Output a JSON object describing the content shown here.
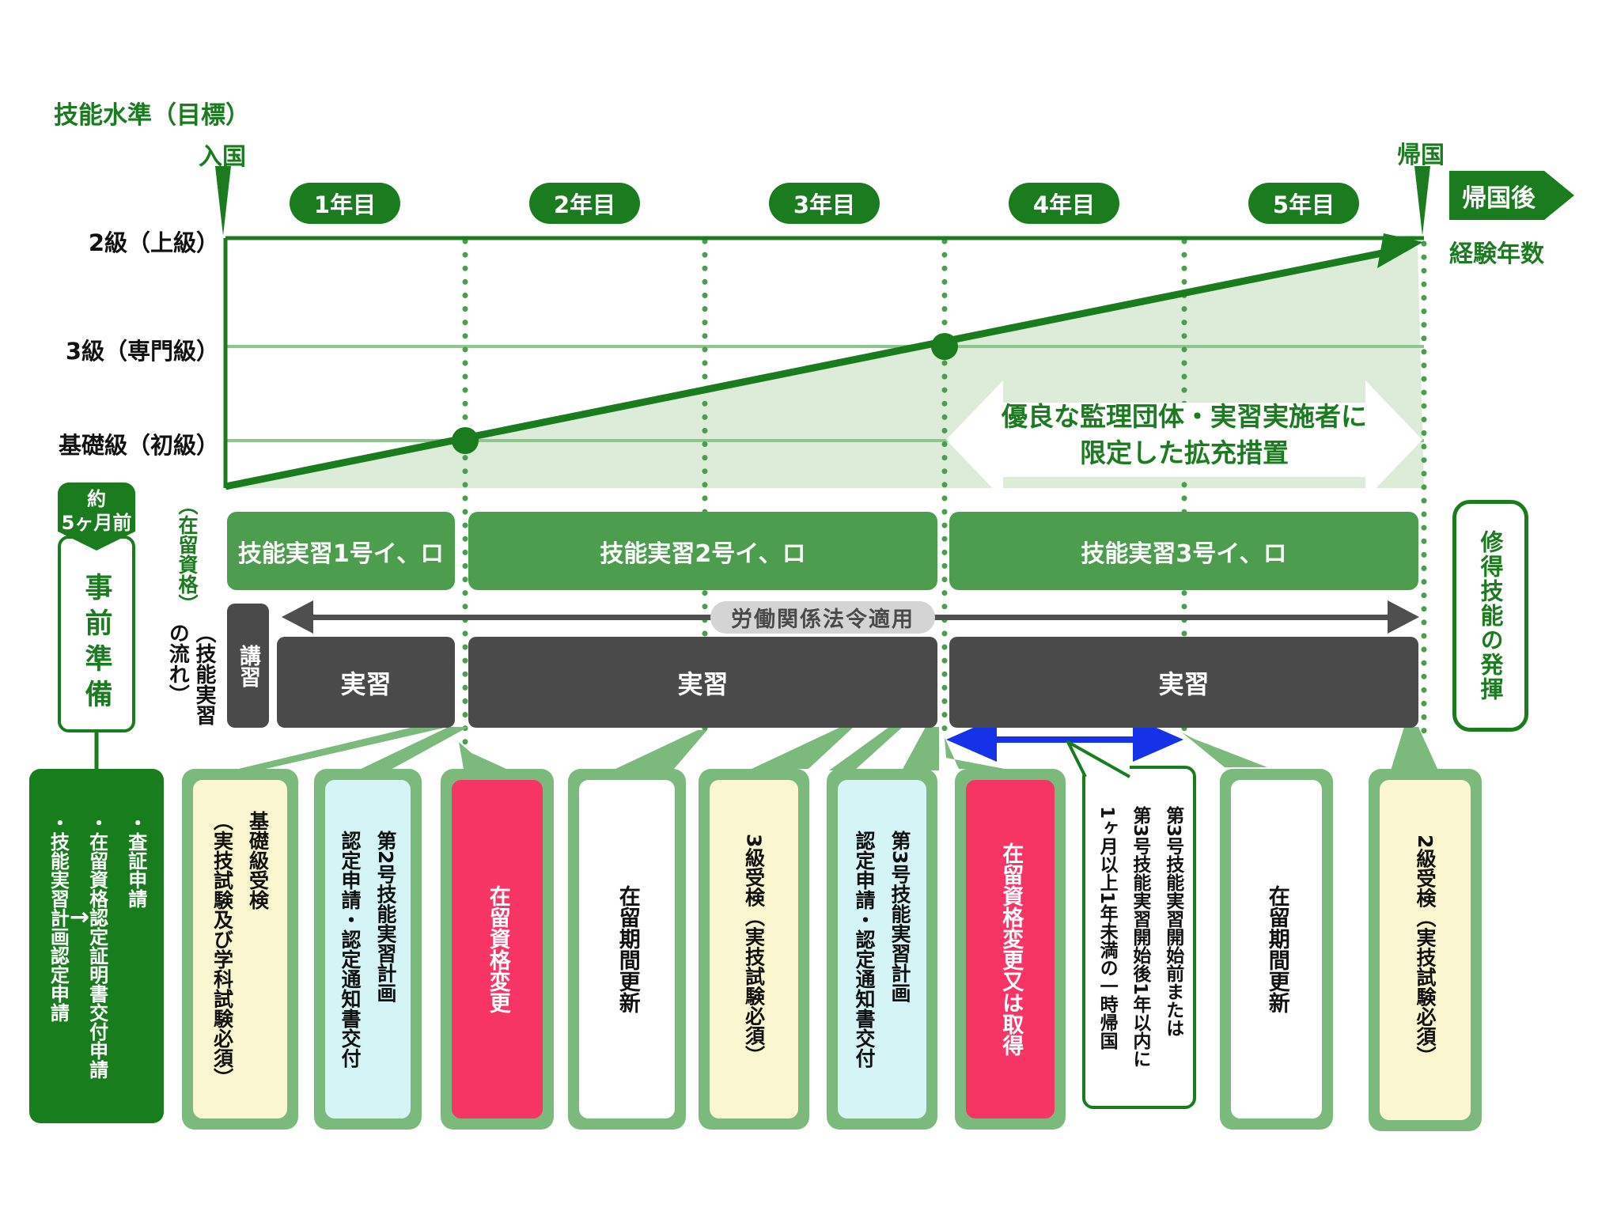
{
  "colors": {
    "deep_green": "#1a7b1f",
    "mid_green": "#4d9d4f",
    "light_green_connector": "#7cb97d",
    "shade_green": "#dcecd8",
    "pale_yellow": "#faf6d0",
    "pale_cyan": "#d4f4f6",
    "pink": "#f73564",
    "dark_gray": "#4a4a4a",
    "blue": "#1532e8"
  },
  "chart": {
    "title": "技能水準（目標）",
    "entry_label": "入国",
    "return_label": "帰国",
    "after_return_label": "帰国後",
    "experience_label": "経験年数",
    "levels": [
      "2級（上級）",
      "3級（専門級）",
      "基礎級（初級）"
    ],
    "years": [
      "1年目",
      "2年目",
      "3年目",
      "4年目",
      "5年目"
    ],
    "expansion_note": "優良な監理団体・実習実施者に\n限定した拡充措置"
  },
  "residence_status": {
    "section_label": "（在留資格）",
    "bars": [
      "技能実習1号イ、ロ",
      "技能実習2号イ、ロ",
      "技能実習3号イ、ロ"
    ]
  },
  "flow": {
    "section_label": "（技能実習の流れ）",
    "labor_law_label": "労働関係法令適用",
    "lecture": "講習",
    "training": "実習"
  },
  "preparation": {
    "timing": "約\n5ヶ月前",
    "label": "事前準備"
  },
  "procedures": {
    "initial": {
      "text": "・査証申請\n・在留資格認定証明書交付申請\n・技能実習計画認定申請",
      "arrow": "→"
    },
    "boxes": [
      {
        "text": "基礎級受検\n（実技試験及び学科試験必須）",
        "style": "yellow"
      },
      {
        "text": "第2号技能実習計画\n認定申請・認定通知書交付",
        "style": "cyan"
      },
      {
        "text": "在留資格変更",
        "style": "pink"
      },
      {
        "text": "在留期間更新",
        "style": "white"
      },
      {
        "text": "3級受検（実技試験必須）",
        "style": "yellow"
      },
      {
        "text": "第3号技能実習計画\n認定申請・認定通知書交付",
        "style": "cyan"
      },
      {
        "text": "在留資格変更又は取得",
        "style": "pink"
      },
      {
        "text": "在留期間更新",
        "style": "white"
      },
      {
        "text": "2級受検（実技試験必須）",
        "style": "yellow"
      }
    ],
    "callout": "第3号技能実習開始前または\n第3号技能実習開始後1年以内に\n1ヶ月以上1年未満の一時帰国"
  },
  "outcome": "修得技能の発揮"
}
